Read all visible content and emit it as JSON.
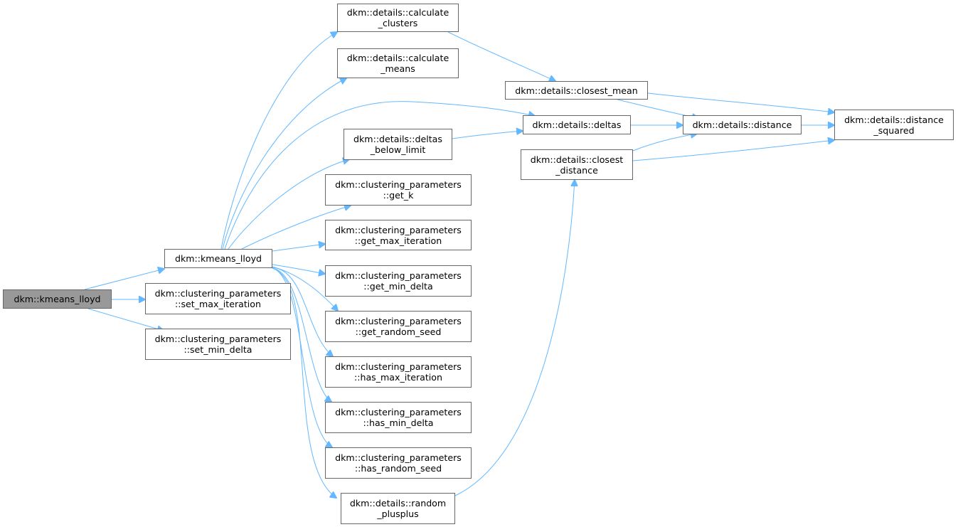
{
  "graph": {
    "colors": {
      "edge": "#63b8ff",
      "node_border": "#666666",
      "node_fill": "#ffffff",
      "root_fill": "#999999"
    },
    "nodes": [
      {
        "id": "root",
        "lines": [
          "dkm::kmeans_lloyd"
        ]
      },
      {
        "id": "kmeans_lloyd",
        "lines": [
          "dkm::kmeans_lloyd"
        ]
      },
      {
        "id": "set_max_iteration",
        "lines": [
          "dkm::clustering_parameters",
          "::set_max_iteration"
        ]
      },
      {
        "id": "set_min_delta",
        "lines": [
          "dkm::clustering_parameters",
          "::set_min_delta"
        ]
      },
      {
        "id": "calculate_clusters",
        "lines": [
          "dkm::details::calculate",
          "_clusters"
        ]
      },
      {
        "id": "calculate_means",
        "lines": [
          "dkm::details::calculate",
          "_means"
        ]
      },
      {
        "id": "deltas_below_limit",
        "lines": [
          "dkm::details::deltas",
          "_below_limit"
        ]
      },
      {
        "id": "get_k",
        "lines": [
          "dkm::clustering_parameters",
          "::get_k"
        ]
      },
      {
        "id": "get_max_iteration",
        "lines": [
          "dkm::clustering_parameters",
          "::get_max_iteration"
        ]
      },
      {
        "id": "get_min_delta",
        "lines": [
          "dkm::clustering_parameters",
          "::get_min_delta"
        ]
      },
      {
        "id": "get_random_seed",
        "lines": [
          "dkm::clustering_parameters",
          "::get_random_seed"
        ]
      },
      {
        "id": "has_max_iteration",
        "lines": [
          "dkm::clustering_parameters",
          "::has_max_iteration"
        ]
      },
      {
        "id": "has_min_delta",
        "lines": [
          "dkm::clustering_parameters",
          "::has_min_delta"
        ]
      },
      {
        "id": "has_random_seed",
        "lines": [
          "dkm::clustering_parameters",
          "::has_random_seed"
        ]
      },
      {
        "id": "random_plusplus",
        "lines": [
          "dkm::details::random",
          "_plusplus"
        ]
      },
      {
        "id": "closest_mean",
        "lines": [
          "dkm::details::closest_mean"
        ]
      },
      {
        "id": "deltas",
        "lines": [
          "dkm::details::deltas"
        ]
      },
      {
        "id": "closest_distance",
        "lines": [
          "dkm::details::closest",
          "_distance"
        ]
      },
      {
        "id": "distance",
        "lines": [
          "dkm::details::distance"
        ]
      },
      {
        "id": "distance_squared",
        "lines": [
          "dkm::details::distance",
          "_squared"
        ]
      }
    ],
    "edges": [
      {
        "from": "root",
        "to": "kmeans_lloyd"
      },
      {
        "from": "root",
        "to": "set_max_iteration"
      },
      {
        "from": "root",
        "to": "set_min_delta"
      },
      {
        "from": "kmeans_lloyd",
        "to": "calculate_clusters"
      },
      {
        "from": "kmeans_lloyd",
        "to": "calculate_means"
      },
      {
        "from": "kmeans_lloyd",
        "to": "deltas"
      },
      {
        "from": "kmeans_lloyd",
        "to": "deltas_below_limit"
      },
      {
        "from": "kmeans_lloyd",
        "to": "get_k"
      },
      {
        "from": "kmeans_lloyd",
        "to": "get_max_iteration"
      },
      {
        "from": "kmeans_lloyd",
        "to": "get_min_delta"
      },
      {
        "from": "kmeans_lloyd",
        "to": "get_random_seed"
      },
      {
        "from": "kmeans_lloyd",
        "to": "has_max_iteration"
      },
      {
        "from": "kmeans_lloyd",
        "to": "has_min_delta"
      },
      {
        "from": "kmeans_lloyd",
        "to": "has_random_seed"
      },
      {
        "from": "kmeans_lloyd",
        "to": "random_plusplus"
      },
      {
        "from": "calculate_clusters",
        "to": "closest_mean"
      },
      {
        "from": "closest_mean",
        "to": "distance"
      },
      {
        "from": "closest_mean",
        "to": "distance_squared"
      },
      {
        "from": "deltas_below_limit",
        "to": "deltas"
      },
      {
        "from": "deltas",
        "to": "distance"
      },
      {
        "from": "distance",
        "to": "distance_squared"
      },
      {
        "from": "closest_distance",
        "to": "distance"
      },
      {
        "from": "closest_distance",
        "to": "distance_squared"
      },
      {
        "from": "random_plusplus",
        "to": "closest_distance"
      }
    ]
  }
}
